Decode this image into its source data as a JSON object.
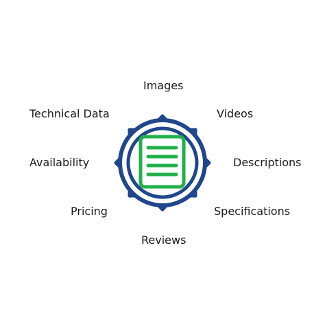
{
  "colors": {
    "outline": "#20468c",
    "document": "#22b04b",
    "text": "#1a1a1a",
    "background": "#ffffff"
  },
  "center": {
    "icon": "document-icon"
  },
  "arrow_icon": "arrow-icon",
  "labels": {
    "images": "Images",
    "videos": "Videos",
    "descriptions": "Descriptions",
    "specifications": "Specifications",
    "reviews": "Reviews",
    "pricing": "Pricing",
    "availability": "Availability",
    "technical_data": "Technical Data"
  }
}
